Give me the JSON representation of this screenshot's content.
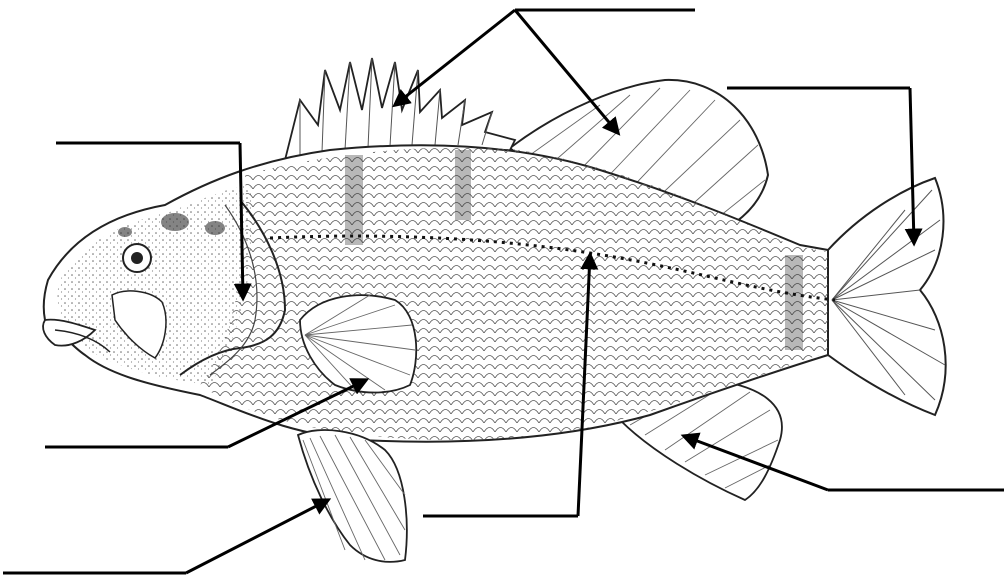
{
  "diagram": {
    "subject": "perch",
    "colors": {
      "ink": "#1a1a1a",
      "line": "#000000",
      "paper": "#ffffff",
      "shade": "#6b6b6b"
    },
    "leader_lines": [
      {
        "part": "spiny-dorsal-fin"
      },
      {
        "part": "soft-dorsal-fin"
      },
      {
        "part": "caudal-fin"
      },
      {
        "part": "operculum"
      },
      {
        "part": "pectoral-fin"
      },
      {
        "part": "lateral-line"
      },
      {
        "part": "anal-fin"
      },
      {
        "part": "pelvic-fin"
      }
    ]
  }
}
